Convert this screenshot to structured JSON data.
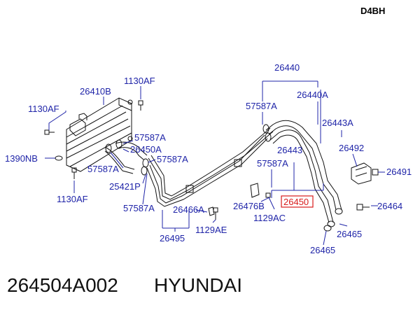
{
  "engine_code": "D4BH",
  "part_number": "264504A002",
  "brand": "HYUNDAI",
  "labels": {
    "l26440": "26440",
    "l26440A": "26440A",
    "l57587A_top": "57587A",
    "l26443A": "26443A",
    "l26443": "26443",
    "l26492": "26492",
    "l26491": "26491",
    "l57587A_mid": "57587A",
    "l26450": "26450",
    "l26476B": "26476B",
    "l1129AC": "1129AC",
    "l26464": "26464",
    "l26465_r": "26465",
    "l26465_b": "26465",
    "l1130AF_top": "1130AF",
    "l26410B": "26410B",
    "l1130AF_left": "1130AF",
    "l57587A_a": "57587A",
    "l26450A": "26450A",
    "l57587A_b": "57587A",
    "l57587A_c": "57587A",
    "l1390NB": "1390NB",
    "l25421P": "25421P",
    "l1130AF_bottom": "1130AF",
    "l57587A_d": "57587A",
    "l26466A": "26466A",
    "l1129AE": "1129AE",
    "l26495": "26495"
  },
  "colors": {
    "label": "#1f24a8",
    "highlight": "#d81a1a",
    "line": "#111111"
  }
}
